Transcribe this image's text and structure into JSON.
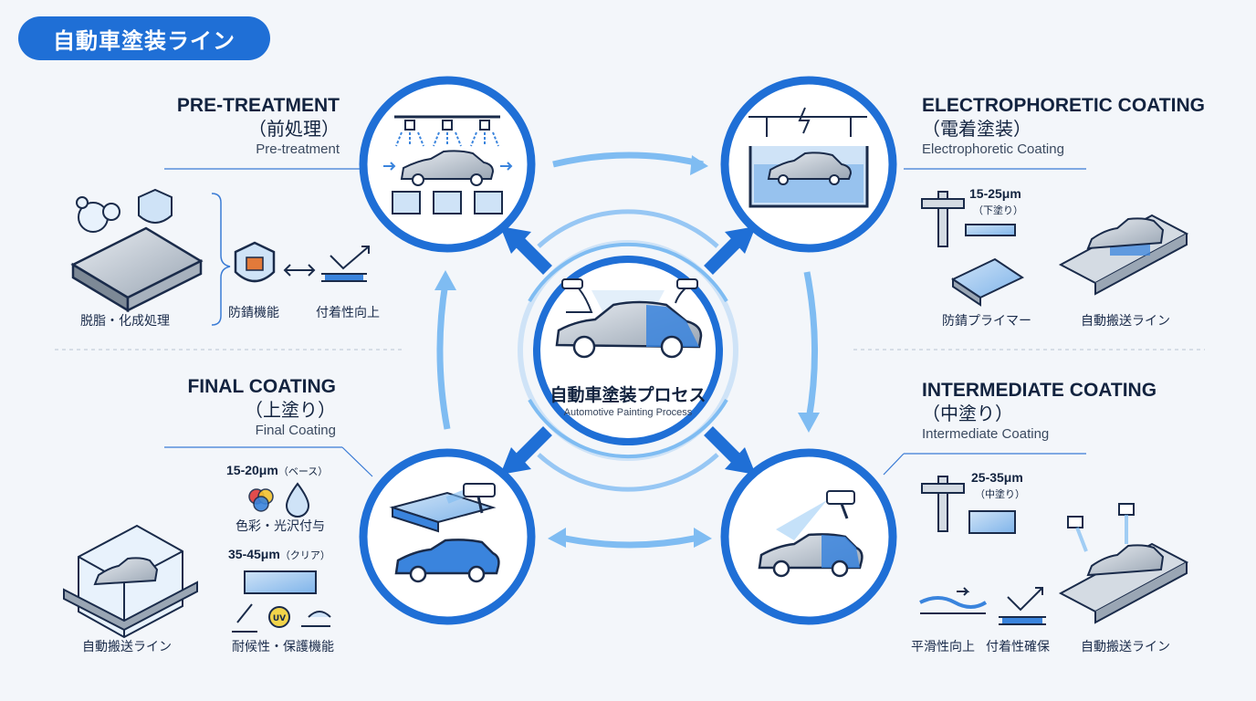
{
  "header": {
    "title": "自動車塗装ライン"
  },
  "center": {
    "title": "自動車塗装プロセス",
    "subtitle": "Automotive Painting Process"
  },
  "pretreatment": {
    "title": "PRE-TREATMENT",
    "jp": "（前処理）",
    "en": "Pre-treatment",
    "item_degrease": "脱脂・化成処理",
    "item_rust": "防錆機能",
    "item_adhesion": "付着性向上"
  },
  "electro": {
    "title": "ELECTROPHORETIC COATING",
    "jp": "（電着塗装）",
    "en": "Electrophoretic Coating",
    "thickness": "15-25μm",
    "thickness_note": "（下塗り）",
    "item_primer": "防錆プライマー",
    "item_conveyor": "自動搬送ライン"
  },
  "intermediate": {
    "title": "INTERMEDIATE COATING",
    "jp": "（中塗り）",
    "en": "Intermediate Coating",
    "thickness": "25-35μm",
    "thickness_note": "（中塗り）",
    "item_smooth": "平滑性向上",
    "item_adhesion": "付着性確保",
    "item_conveyor": "自動搬送ライン"
  },
  "final": {
    "title": "FINAL COATING",
    "jp": "（上塗り）",
    "en": "Final Coating",
    "base_thickness": "15-20μm",
    "base_note": "（ベース）",
    "item_color": "色彩・光沢付与",
    "clear_thickness": "35-45μm",
    "clear_note": "（クリア）",
    "item_protect": "耐候性・保護機能",
    "item_conveyor": "自動搬送ライン",
    "uv_label": "UV"
  },
  "colors": {
    "accent": "#1f6fd6",
    "light_accent": "#7fbcf2",
    "ink": "#12233f",
    "fill": "#cfe3f7"
  }
}
